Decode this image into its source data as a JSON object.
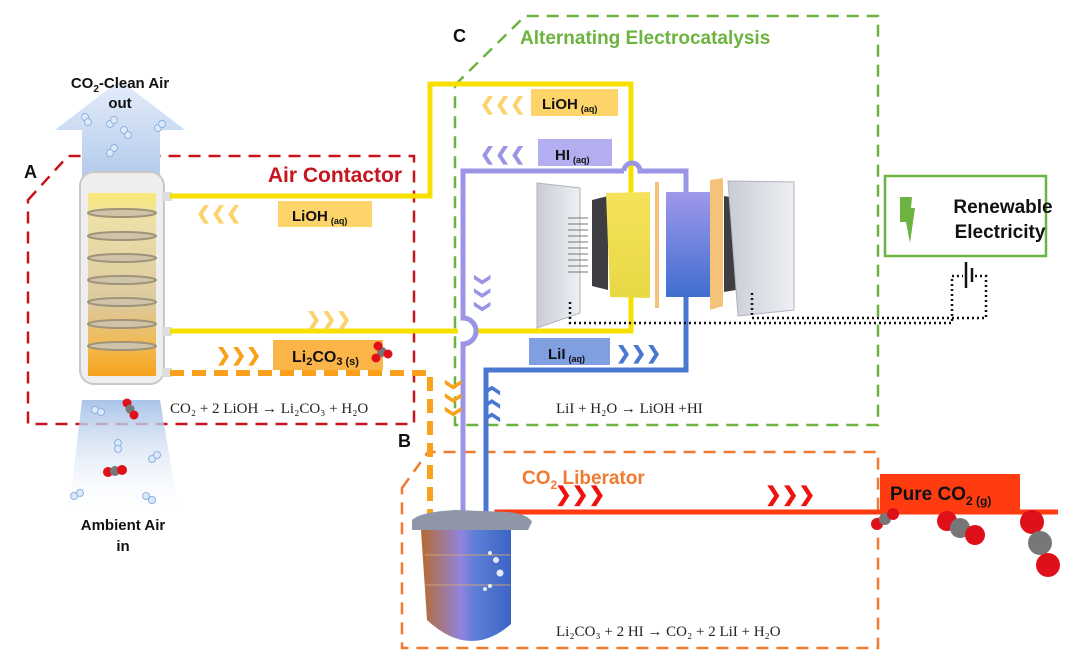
{
  "regions": {
    "a": {
      "letter": "A",
      "title": "Air Contactor",
      "color": "#c8141e"
    },
    "b": {
      "letter": "B",
      "title_main": "CO",
      "title_sub": "2",
      "title_rest": " Liberator",
      "color": "#f07a30"
    },
    "c": {
      "letter": "C",
      "title": "Alternating Electrocatalysis",
      "color": "#6db33f"
    }
  },
  "air": {
    "out_line1_main": "CO",
    "out_line1_sub": "2",
    "out_line1_rest": "-Clean Air",
    "out_line2": "out",
    "in_line1": "Ambient Air",
    "in_line2": "in"
  },
  "streams": {
    "lioh_top": {
      "main": "LiOH",
      "sub": "(aq)",
      "color": "#f7e000",
      "tag_color": "#fdd46a"
    },
    "lioh_contactor": {
      "main": "LiOH",
      "sub": "(aq)"
    },
    "hi": {
      "main": "HI",
      "sub": "(aq)",
      "color": "#9b95e6",
      "tag_color": "#b3aef0"
    },
    "li2co3": {
      "main": "Li",
      "sub1": "2",
      "mid": "CO",
      "sub2": "3 (s)",
      "color": "#f9a11b",
      "tag_color": "#fbb447"
    },
    "lii": {
      "main": "LiI",
      "sub": "(aq)",
      "color": "#4a78d0",
      "tag_color": "#7f9fe0"
    },
    "pure_co2": {
      "main": "Pure CO",
      "sub1": "2",
      "sub2": " (g)",
      "color": "#ff3b10"
    }
  },
  "equations": {
    "contactor": "CO₂ + 2 LiOH → Li₂CO₃ + H₂O",
    "electrocatalysis": "LiI + H₂O → LiOH +HI",
    "liberator": "Li₂CO₃ + 2 HI → CO₂ + 2 LiI + H₂O"
  },
  "power": {
    "line1": "Renewable",
    "line2": "Electricity",
    "color": "#6db33f"
  }
}
